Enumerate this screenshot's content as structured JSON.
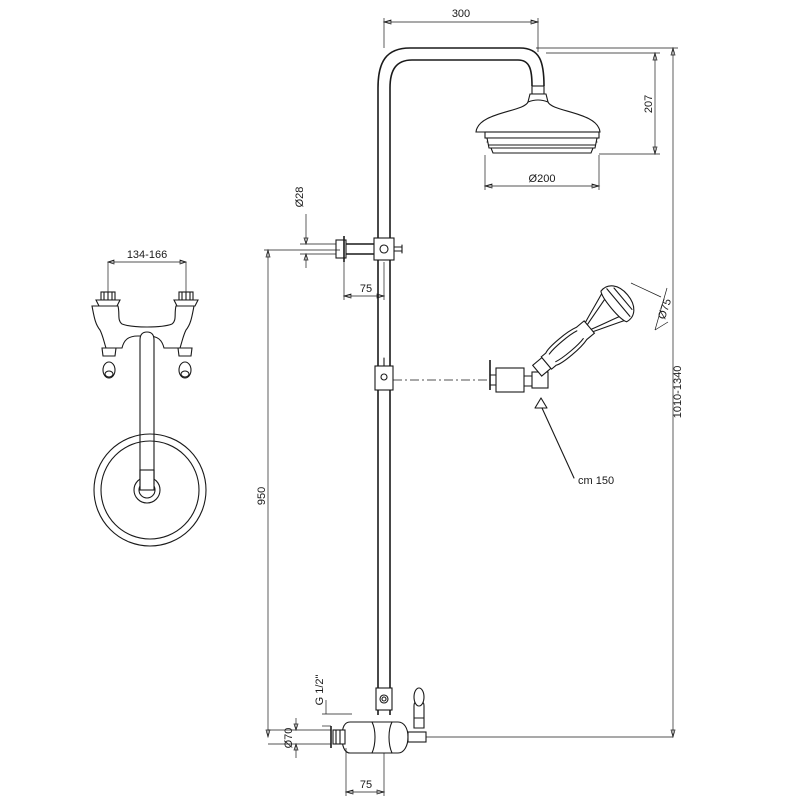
{
  "diagram": {
    "dimensions": {
      "arm_length": "300",
      "head_height": "207",
      "head_diameter": "Ø200",
      "pipe_diameter": "Ø28",
      "upper_offset": "75",
      "column_height": "950",
      "total_height": "1010-1340",
      "hand_shower_diameter": "Ø75",
      "hose_length": "cm 150",
      "connection_thread": "G 1/2\"",
      "inlet_diameter": "Ø70",
      "lower_offset": "75",
      "inlet_spacing": "134-166"
    }
  }
}
